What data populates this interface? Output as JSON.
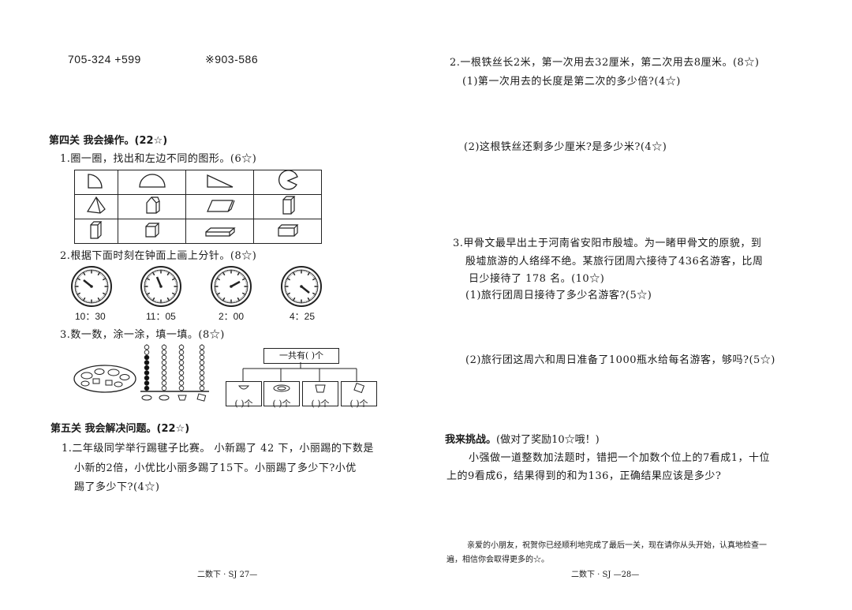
{
  "left": {
    "calc": {
      "c1": "705-324 +599",
      "c2": "※903-586"
    },
    "section4": {
      "title": "第四关  我会操作。(22☆)",
      "q1": "1.圈一圈，找出和左边不同的图形。(6☆)",
      "q2": "2.根据下面时刻在钟面上画上分针。(8☆)",
      "times": [
        "10：30",
        "11：05",
        "2：00",
        "4：25"
      ],
      "q3": "3.数一数，涂一涂，填一填。(8☆)",
      "tree_top": "一共有(    )个",
      "tree_boxes": [
        "(    )个",
        "(    )个",
        "(    )个",
        "(    )个"
      ]
    },
    "section5": {
      "title": "第五关  我会解决问题。(22☆)",
      "q1_l1": "1.二年级同学举行踢毽子比赛。  小新踢了 42 下，小丽踢的下数是",
      "q1_l2": "小新的2倍，小优比小丽多踢了15下。小丽踢了多少下?小优",
      "q1_l3": "踢了多少下?(4☆)"
    },
    "footer": "二数下 · SJ  27—"
  },
  "right": {
    "q2": {
      "l1": "2.一根铁丝长2米，第一次用去32厘米，第二次用去8厘米。(8☆)",
      "s1": "(1)第一次用去的长度是第二次的多少倍?(4☆)",
      "s2": "(2)这根铁丝还剩多少厘米?是多少米?(4☆)"
    },
    "q3": {
      "l1": "3.甲骨文最早出土于河南省安阳市殷墟。为一睹甲骨文的原貌，到",
      "l2": "殷墟旅游的人络绎不绝。某旅行团周六接待了436名游客，比周",
      "l3": "日少接待了 178 名。(10☆)",
      "s1": "(1)旅行团周日接待了多少名游客?(5☆)",
      "s2": "(2)旅行团这周六和周日准备了1000瓶水给每名游客，够吗?(5☆)"
    },
    "challenge": {
      "title": "我来挑战。",
      "note": "(做对了奖励10☆哦！)",
      "l1": "小强做一道整数加法题时，错把一个加数个位上的7看成1，十位",
      "l2": "上的9看成6，结果得到的和为136，正确结果应该是多少?"
    },
    "closing": {
      "l1": "亲爱的小朋友，祝贺你已经顺利地完成了最后一关，现在请你从头开始，认真地检查一",
      "l2": "遍，相信你会取得更多的☆。"
    },
    "footer": "二数下 · SJ  —28—"
  }
}
